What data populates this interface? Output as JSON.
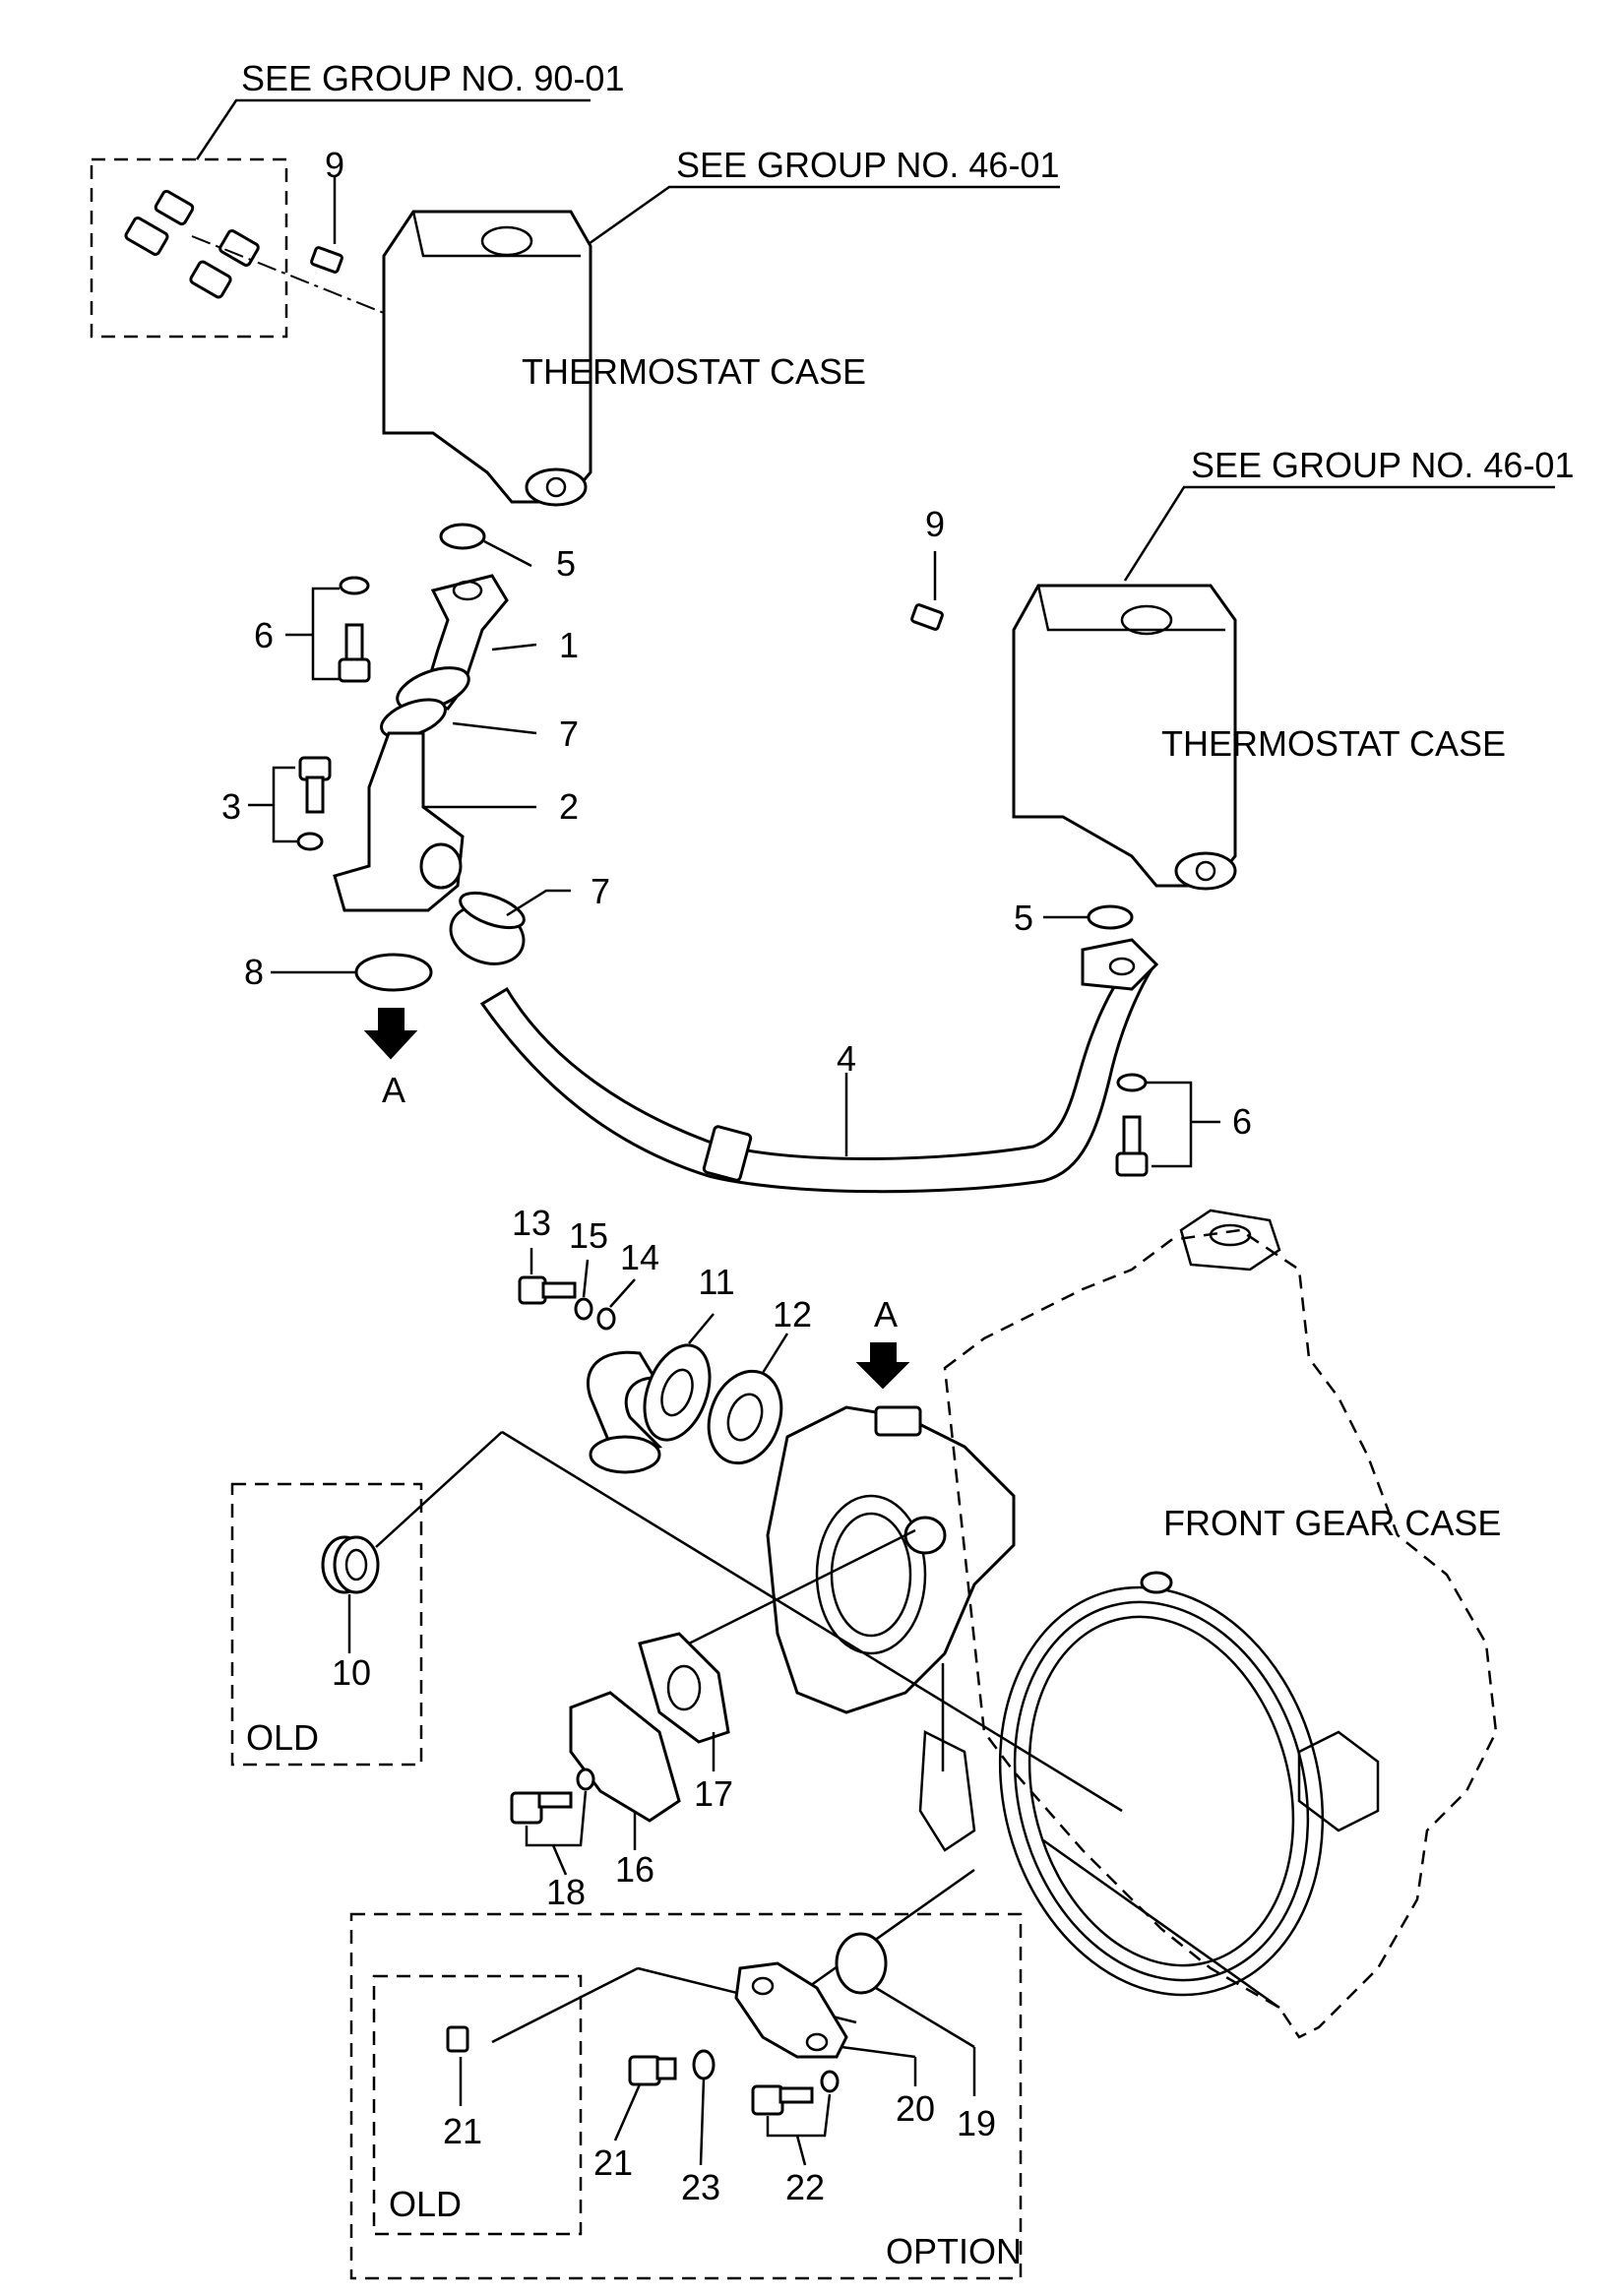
{
  "references": {
    "group_90_01": "SEE GROUP NO. 90-01",
    "group_46_01_top": "SEE GROUP NO. 46-01",
    "group_46_01_right": "SEE GROUP NO. 46-01"
  },
  "components": {
    "thermostat_case_top": "THERMOSTAT CASE",
    "thermostat_case_right": "THERMOSTAT CASE",
    "front_gear_case": "FRONT GEAR CASE"
  },
  "view_arrows": {
    "a_left": "A",
    "a_right": "A"
  },
  "boxes": {
    "old_left": "OLD",
    "old_bottom": "OLD",
    "option": "OPTION"
  },
  "callouts": {
    "p9_top": "9",
    "p5_top": "5",
    "p6_top": "6",
    "p1": "1",
    "p7_top": "7",
    "p3": "3",
    "p2": "2",
    "p7_mid": "7",
    "p8": "8",
    "p9_right": "9",
    "p5_right": "5",
    "p4": "4",
    "p6_right": "6",
    "p13": "13",
    "p15": "15",
    "p14": "14",
    "p11": "11",
    "p12": "12",
    "p10": "10",
    "p17": "17",
    "p16": "16",
    "p18": "18",
    "p19": "19",
    "p20": "20",
    "p21_old": "21",
    "p21": "21",
    "p23": "23",
    "p22": "22"
  }
}
